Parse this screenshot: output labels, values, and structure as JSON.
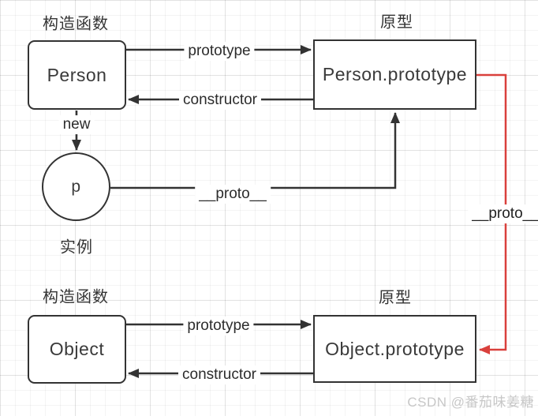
{
  "sections": {
    "top": {
      "constructor_caption": "构造函数",
      "prototype_caption": "原型",
      "constructor_name": "Person",
      "prototype_name": "Person.prototype",
      "edge_prototype": "prototype",
      "edge_constructor": "constructor",
      "edge_new": "new",
      "edge_proto": "__proto__",
      "instance_name": "p",
      "instance_caption": "实例"
    },
    "bottom": {
      "constructor_caption": "构造函数",
      "prototype_caption": "原型",
      "constructor_name": "Object",
      "prototype_name": "Object.prototype",
      "edge_prototype": "prototype",
      "edge_constructor": "constructor"
    },
    "chain": {
      "edge_proto": "__proto__"
    }
  },
  "colors": {
    "line": "#333333",
    "chain_red": "#d9403c"
  },
  "watermark": "CSDN @番茄味姜糖"
}
